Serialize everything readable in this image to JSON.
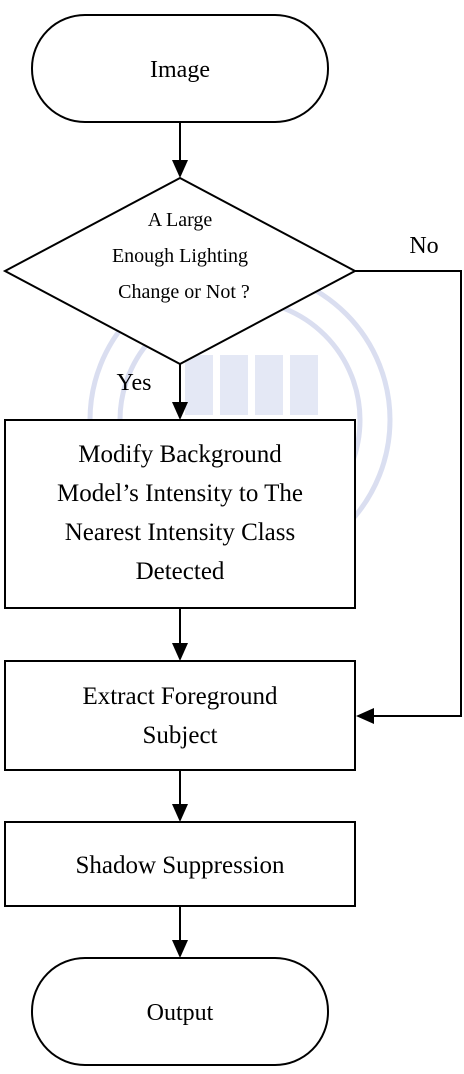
{
  "diagram": {
    "type": "flowchart",
    "nodes": {
      "start": {
        "label": "Image"
      },
      "decision": {
        "lines": [
          "A Large",
          "Enough Lighting",
          "Change or Not ?"
        ]
      },
      "modify": {
        "lines": [
          "Modify Background",
          "Model’s Intensity to The",
          "Nearest Intensity Class",
          "Detected"
        ]
      },
      "extract": {
        "lines": [
          "Extract Foreground",
          "Subject"
        ]
      },
      "shadow": {
        "label": "Shadow Suppression"
      },
      "end": {
        "label": "Output"
      }
    },
    "edges": {
      "yes_label": "Yes",
      "no_label": "No"
    },
    "colors": {
      "stroke": "#000000",
      "background": "#ffffff",
      "watermark": "#d6dbef"
    }
  }
}
